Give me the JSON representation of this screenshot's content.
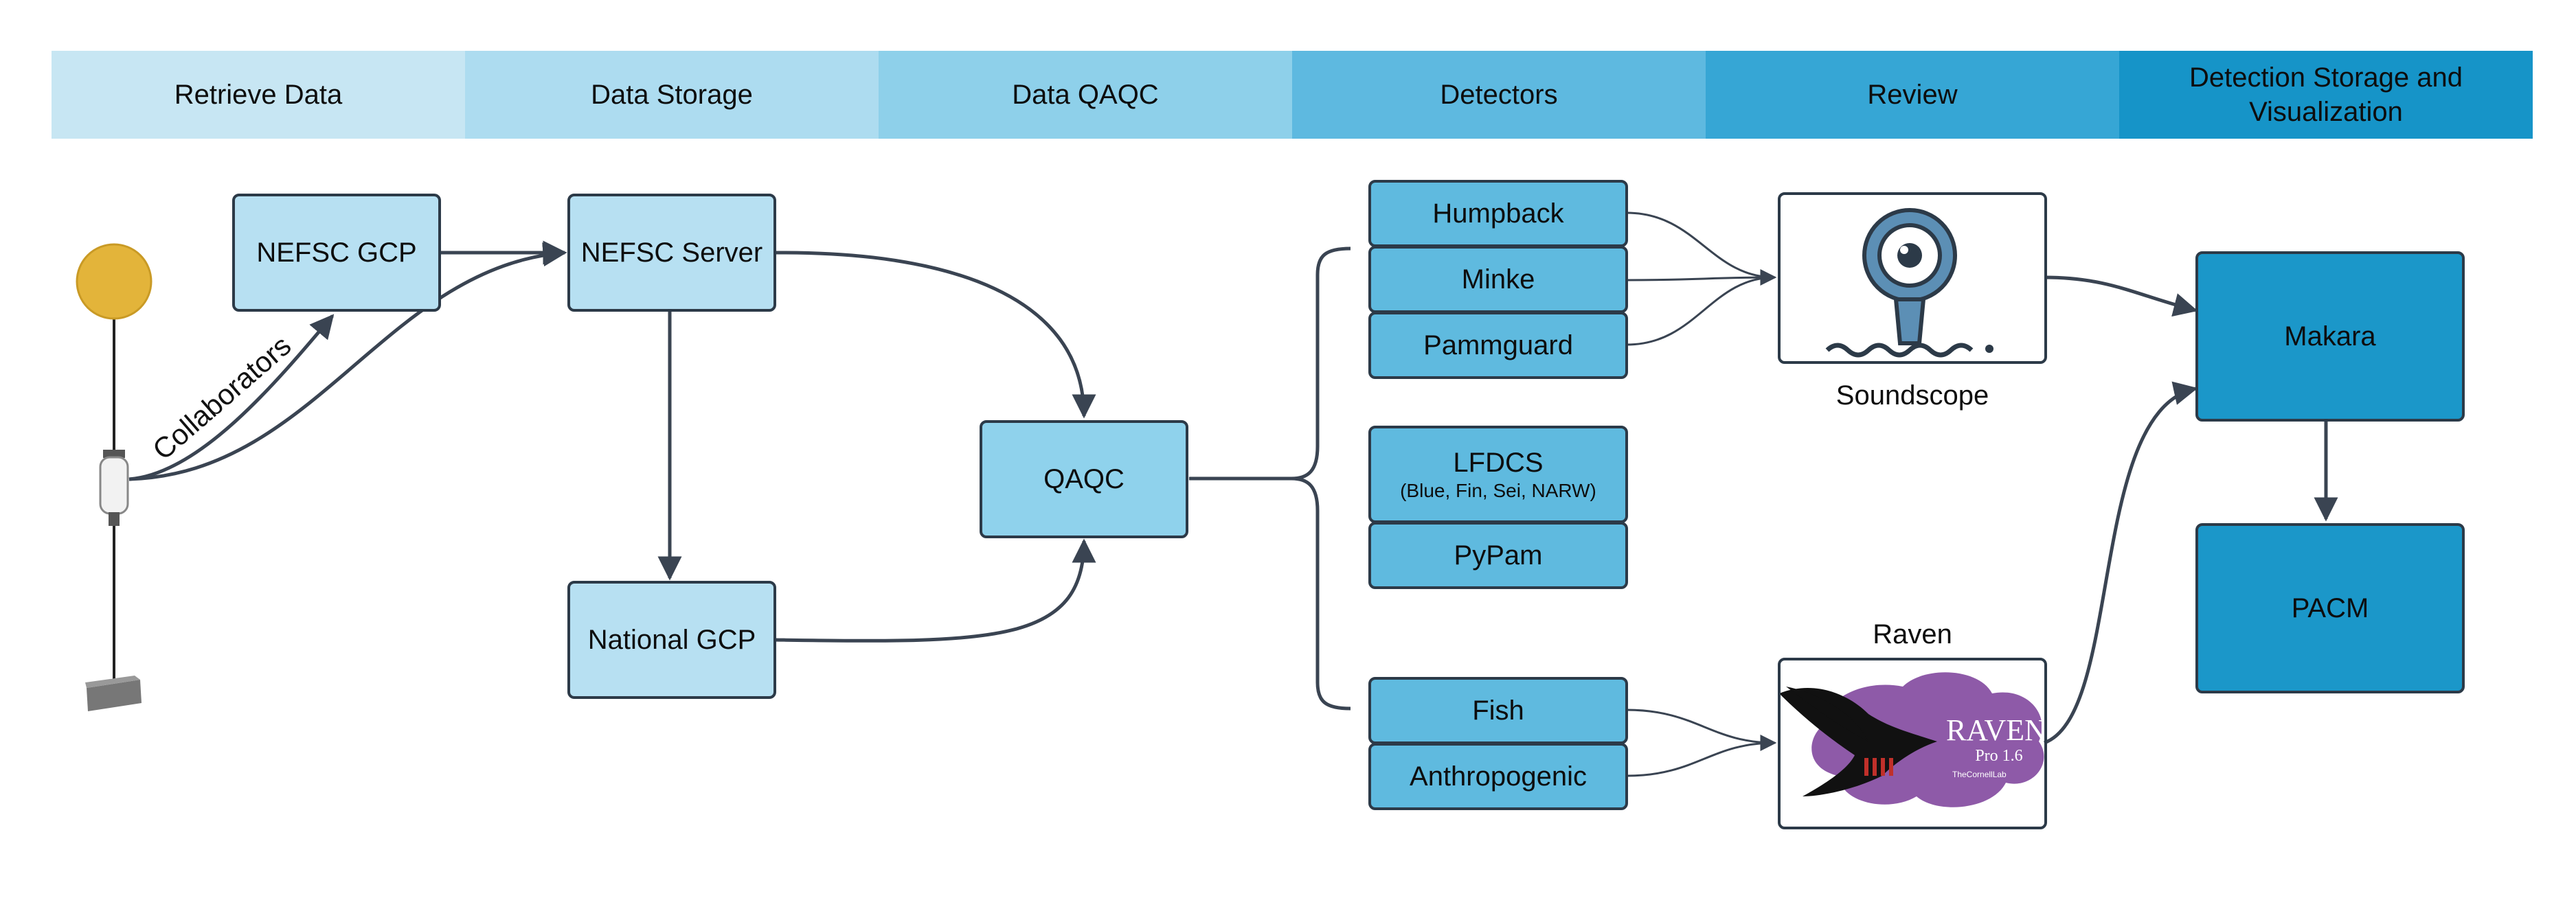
{
  "stages": [
    {
      "label": "Retrieve Data",
      "color": "#c7e6f3"
    },
    {
      "label": "Data Storage",
      "color": "#addcf0"
    },
    {
      "label": "Data QAQC",
      "color": "#8ed0ea"
    },
    {
      "label": "Detectors",
      "color": "#5eb9e0"
    },
    {
      "label": "Review",
      "color": "#36a6d5"
    },
    {
      "label": "Detection Storage and Visualization",
      "color": "#1694c8"
    }
  ],
  "nodes": {
    "nefsc_gcp": "NEFSC GCP",
    "nefsc_server": "NEFSC Server",
    "national_gcp": "National GCP",
    "qaqc": "QAQC",
    "makara": "Makara",
    "pacm": "PACM"
  },
  "detectors": {
    "humpback": "Humpback",
    "minke": "Minke",
    "pammguard": "Pammguard",
    "lfdcs": "LFDCS",
    "lfdcs_species": "(Blue, Fin, Sei, NARW)",
    "pypam": "PyPam",
    "fish": "Fish",
    "anthropogenic": "Anthropogenic"
  },
  "edge_labels": {
    "collaborators": "Collaborators"
  },
  "review": {
    "soundscope": "Soundscope",
    "raven": "Raven",
    "raven_logo_title": "RAVEN",
    "raven_logo_version": "Pro 1.6",
    "raven_logo_org": "TheCornellLab"
  }
}
